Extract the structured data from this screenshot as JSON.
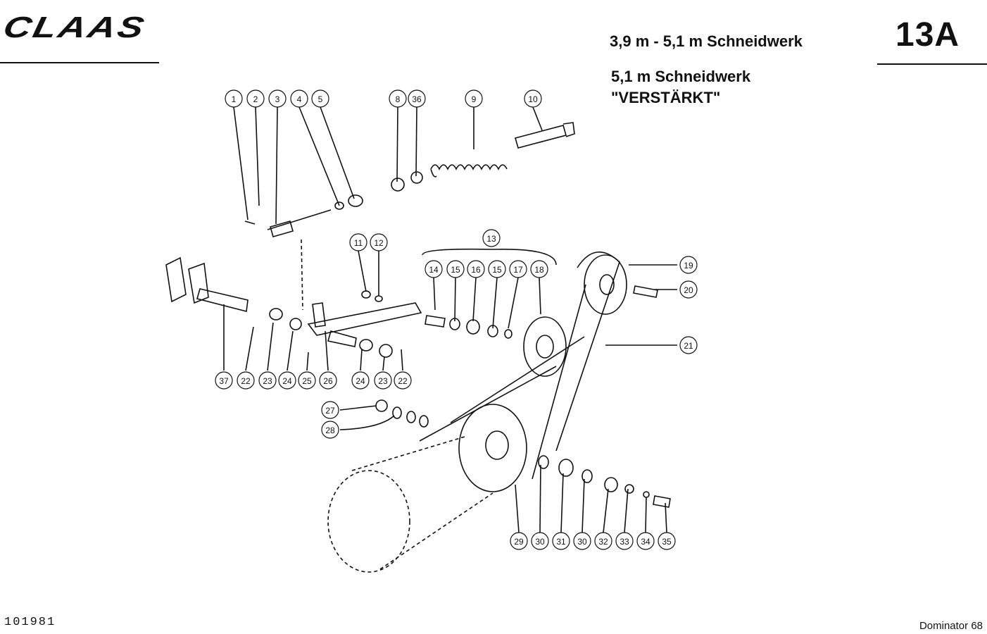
{
  "header": {
    "logo": "CLAAS",
    "title": "3,9 m - 5,1 m Schneidwerk",
    "sheet": "13A",
    "subtitle_line1": "5,1 m Schneidwerk",
    "subtitle_line2": "\"VERSTÄRKT\""
  },
  "footer": {
    "doc_number": "101981",
    "model": "Dominator 68"
  },
  "callouts": [
    "1",
    "2",
    "3",
    "4",
    "5",
    "8",
    "36",
    "9",
    "10",
    "11",
    "12",
    "13",
    "14",
    "15",
    "16",
    "15",
    "17",
    "18",
    "19",
    "20",
    "21",
    "37",
    "22",
    "23",
    "24",
    "25",
    "26",
    "24",
    "23",
    "22",
    "27",
    "28",
    "29",
    "30",
    "31",
    "30",
    "32",
    "33",
    "34",
    "35"
  ]
}
